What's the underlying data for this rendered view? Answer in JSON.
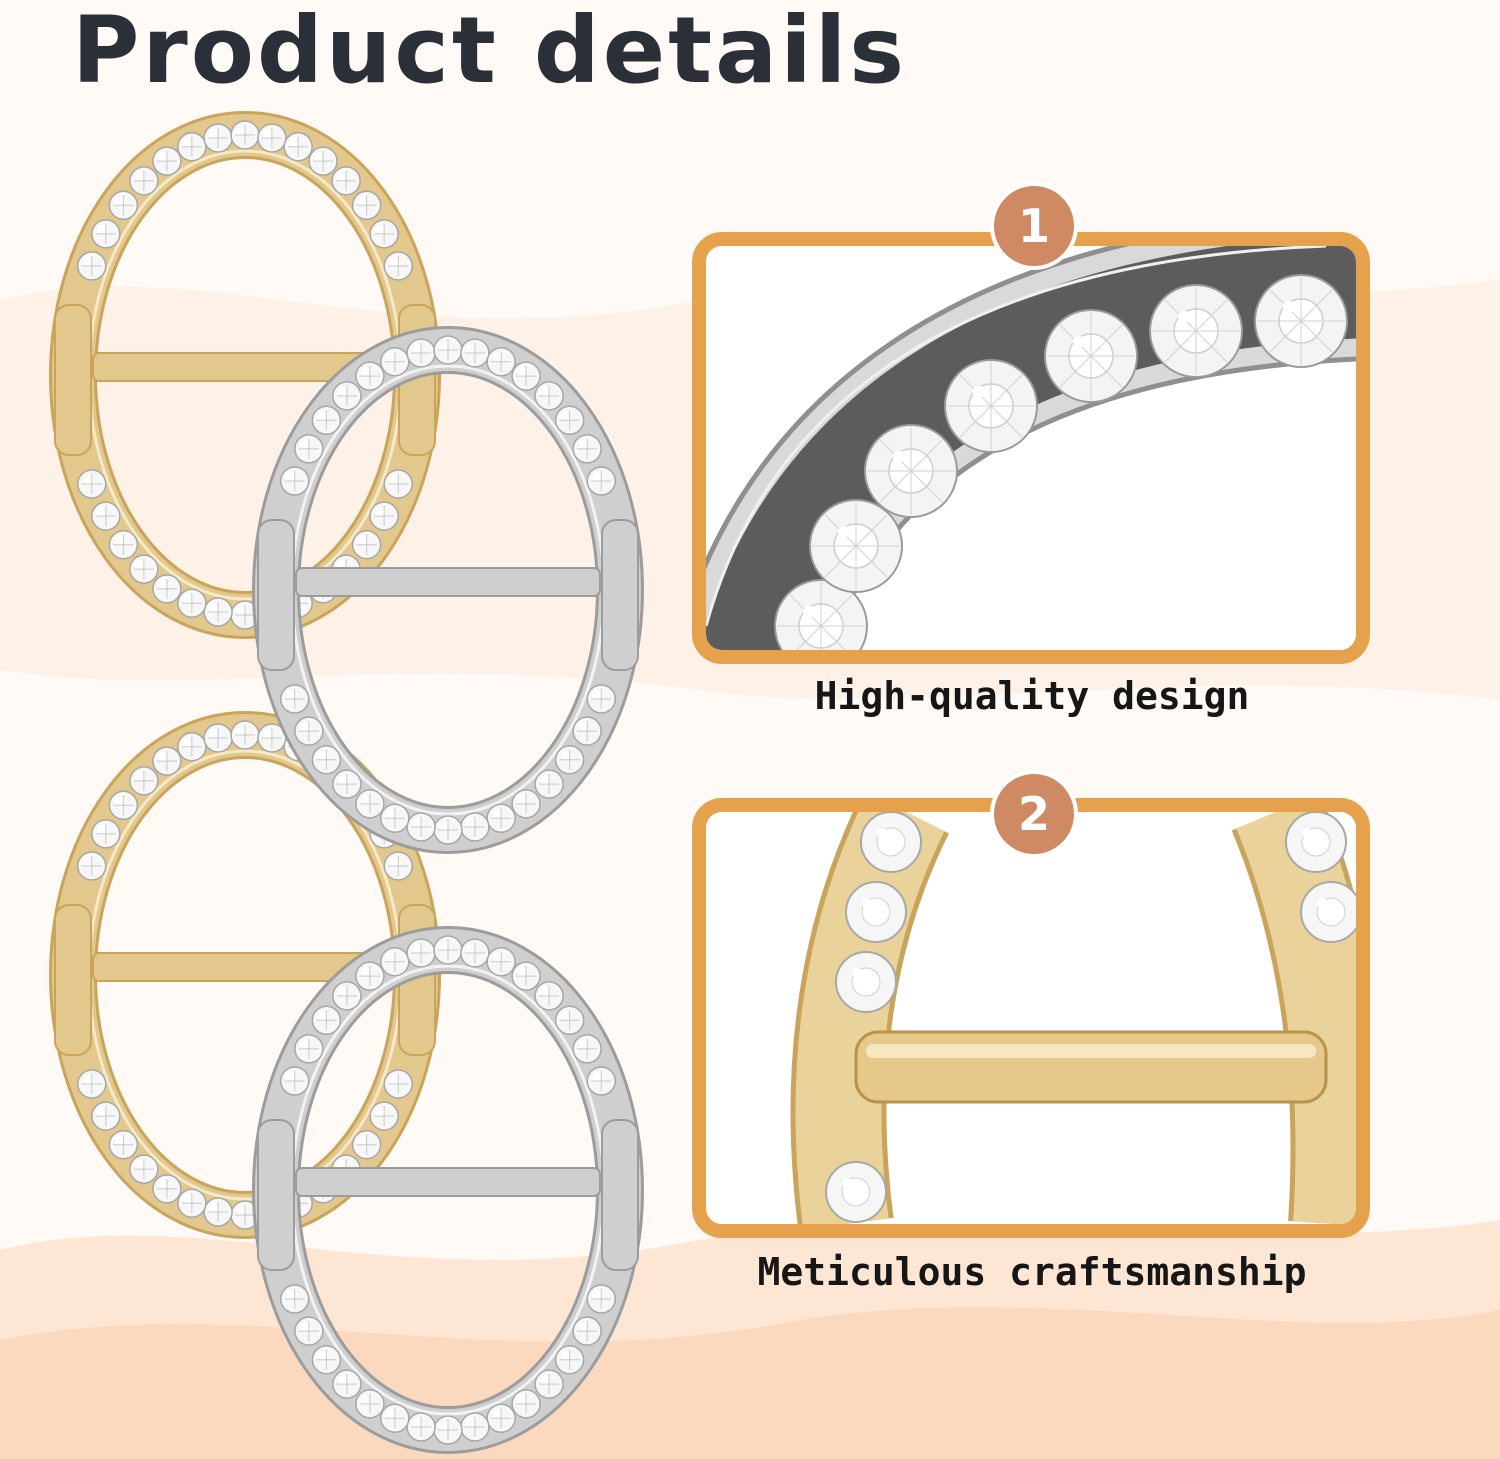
{
  "page": {
    "title": "Product details"
  },
  "features": [
    {
      "number": "1",
      "caption": "High-quality design"
    },
    {
      "number": "2",
      "caption": "Meticulous craftsmanship"
    }
  ],
  "colors": {
    "background": "#fffaf5",
    "title_text": "#2b3038",
    "frame_border": "#e6a14c",
    "badge_fill": "#cf8a64",
    "gold": "#e3c88e",
    "silver": "#c9c9c9",
    "wave": "#fde6d4"
  },
  "products": [
    {
      "finish": "gold"
    },
    {
      "finish": "silver"
    },
    {
      "finish": "gold"
    },
    {
      "finish": "silver"
    }
  ]
}
